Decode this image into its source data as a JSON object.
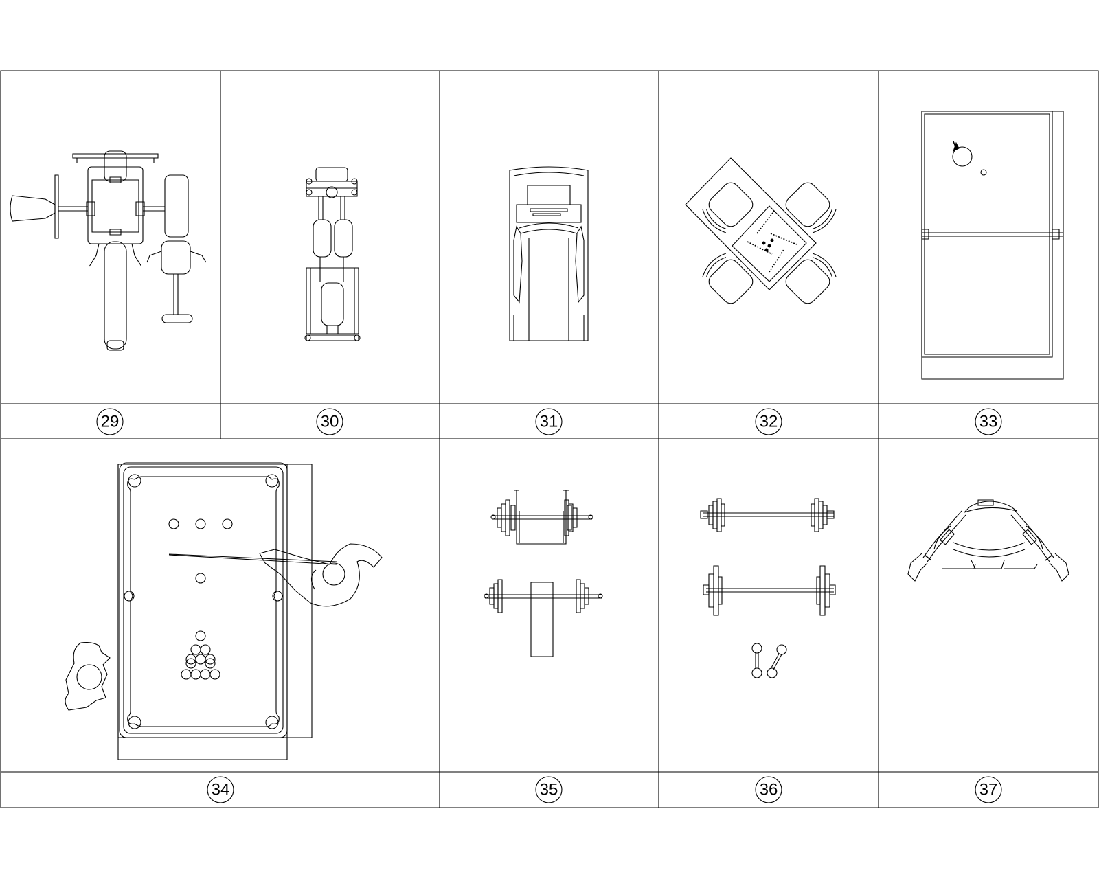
{
  "sheet": {
    "labels": {
      "l29": "29",
      "l30": "30",
      "l31": "31",
      "l32": "32",
      "l33": "33",
      "l34": "34",
      "l35": "35",
      "l36": "36",
      "l37": "37"
    },
    "items": [
      {
        "id": "29",
        "symbol": "multi-station-gym-icon"
      },
      {
        "id": "30",
        "symbol": "leg-press-machine-icon"
      },
      {
        "id": "31",
        "symbol": "treadmill-icon"
      },
      {
        "id": "32",
        "symbol": "mahjong-table-icon"
      },
      {
        "id": "33",
        "symbol": "table-tennis-table-icon"
      },
      {
        "id": "34",
        "symbol": "billiard-table-icon"
      },
      {
        "id": "35",
        "symbol": "weight-bench-icon"
      },
      {
        "id": "36",
        "symbol": "barbells-dumbbells-icon"
      },
      {
        "id": "37",
        "symbol": "rowing-machine-icon"
      }
    ]
  }
}
